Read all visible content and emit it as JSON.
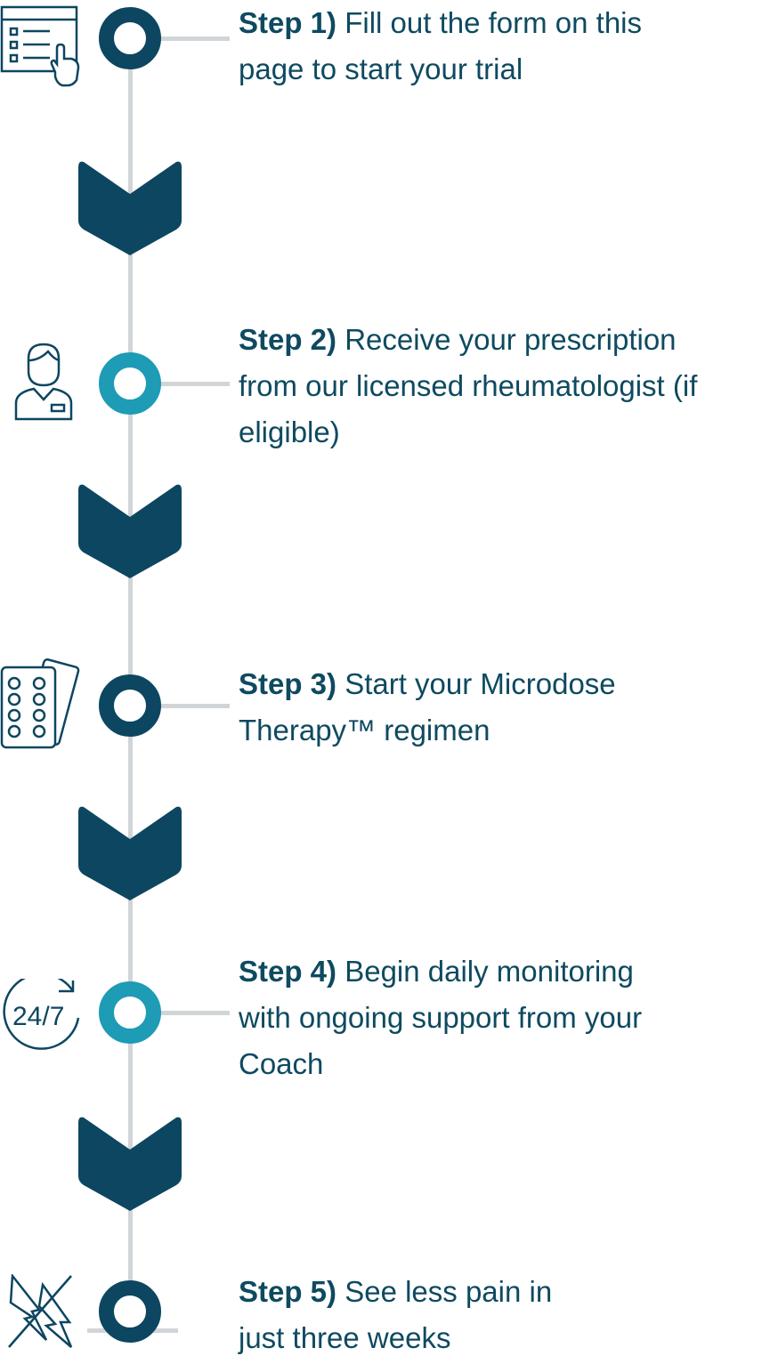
{
  "colors": {
    "dark": "#0d4660",
    "teal": "#1e9bb5",
    "line": "#d2d5d8"
  },
  "steps": [
    {
      "label": "Step 1)",
      "text": "Fill out the form on this page to start your trial",
      "icon": "form-click-icon"
    },
    {
      "label": "Step 2)",
      "text": "Receive your prescription from our licensed rheumatologist (if eligible)",
      "icon": "doctor-icon"
    },
    {
      "label": "Step 3)",
      "text": "Start your Microdose Therapy™ regimen",
      "icon": "pills-icon"
    },
    {
      "label": "Step 4)",
      "text": "Begin daily monitoring with ongoing support from your Coach",
      "icon": "24-7-icon",
      "icon_text": "24/7"
    },
    {
      "label": "Step 5)",
      "text": "See less pain in just three weeks",
      "icon": "no-pain-icon"
    }
  ]
}
